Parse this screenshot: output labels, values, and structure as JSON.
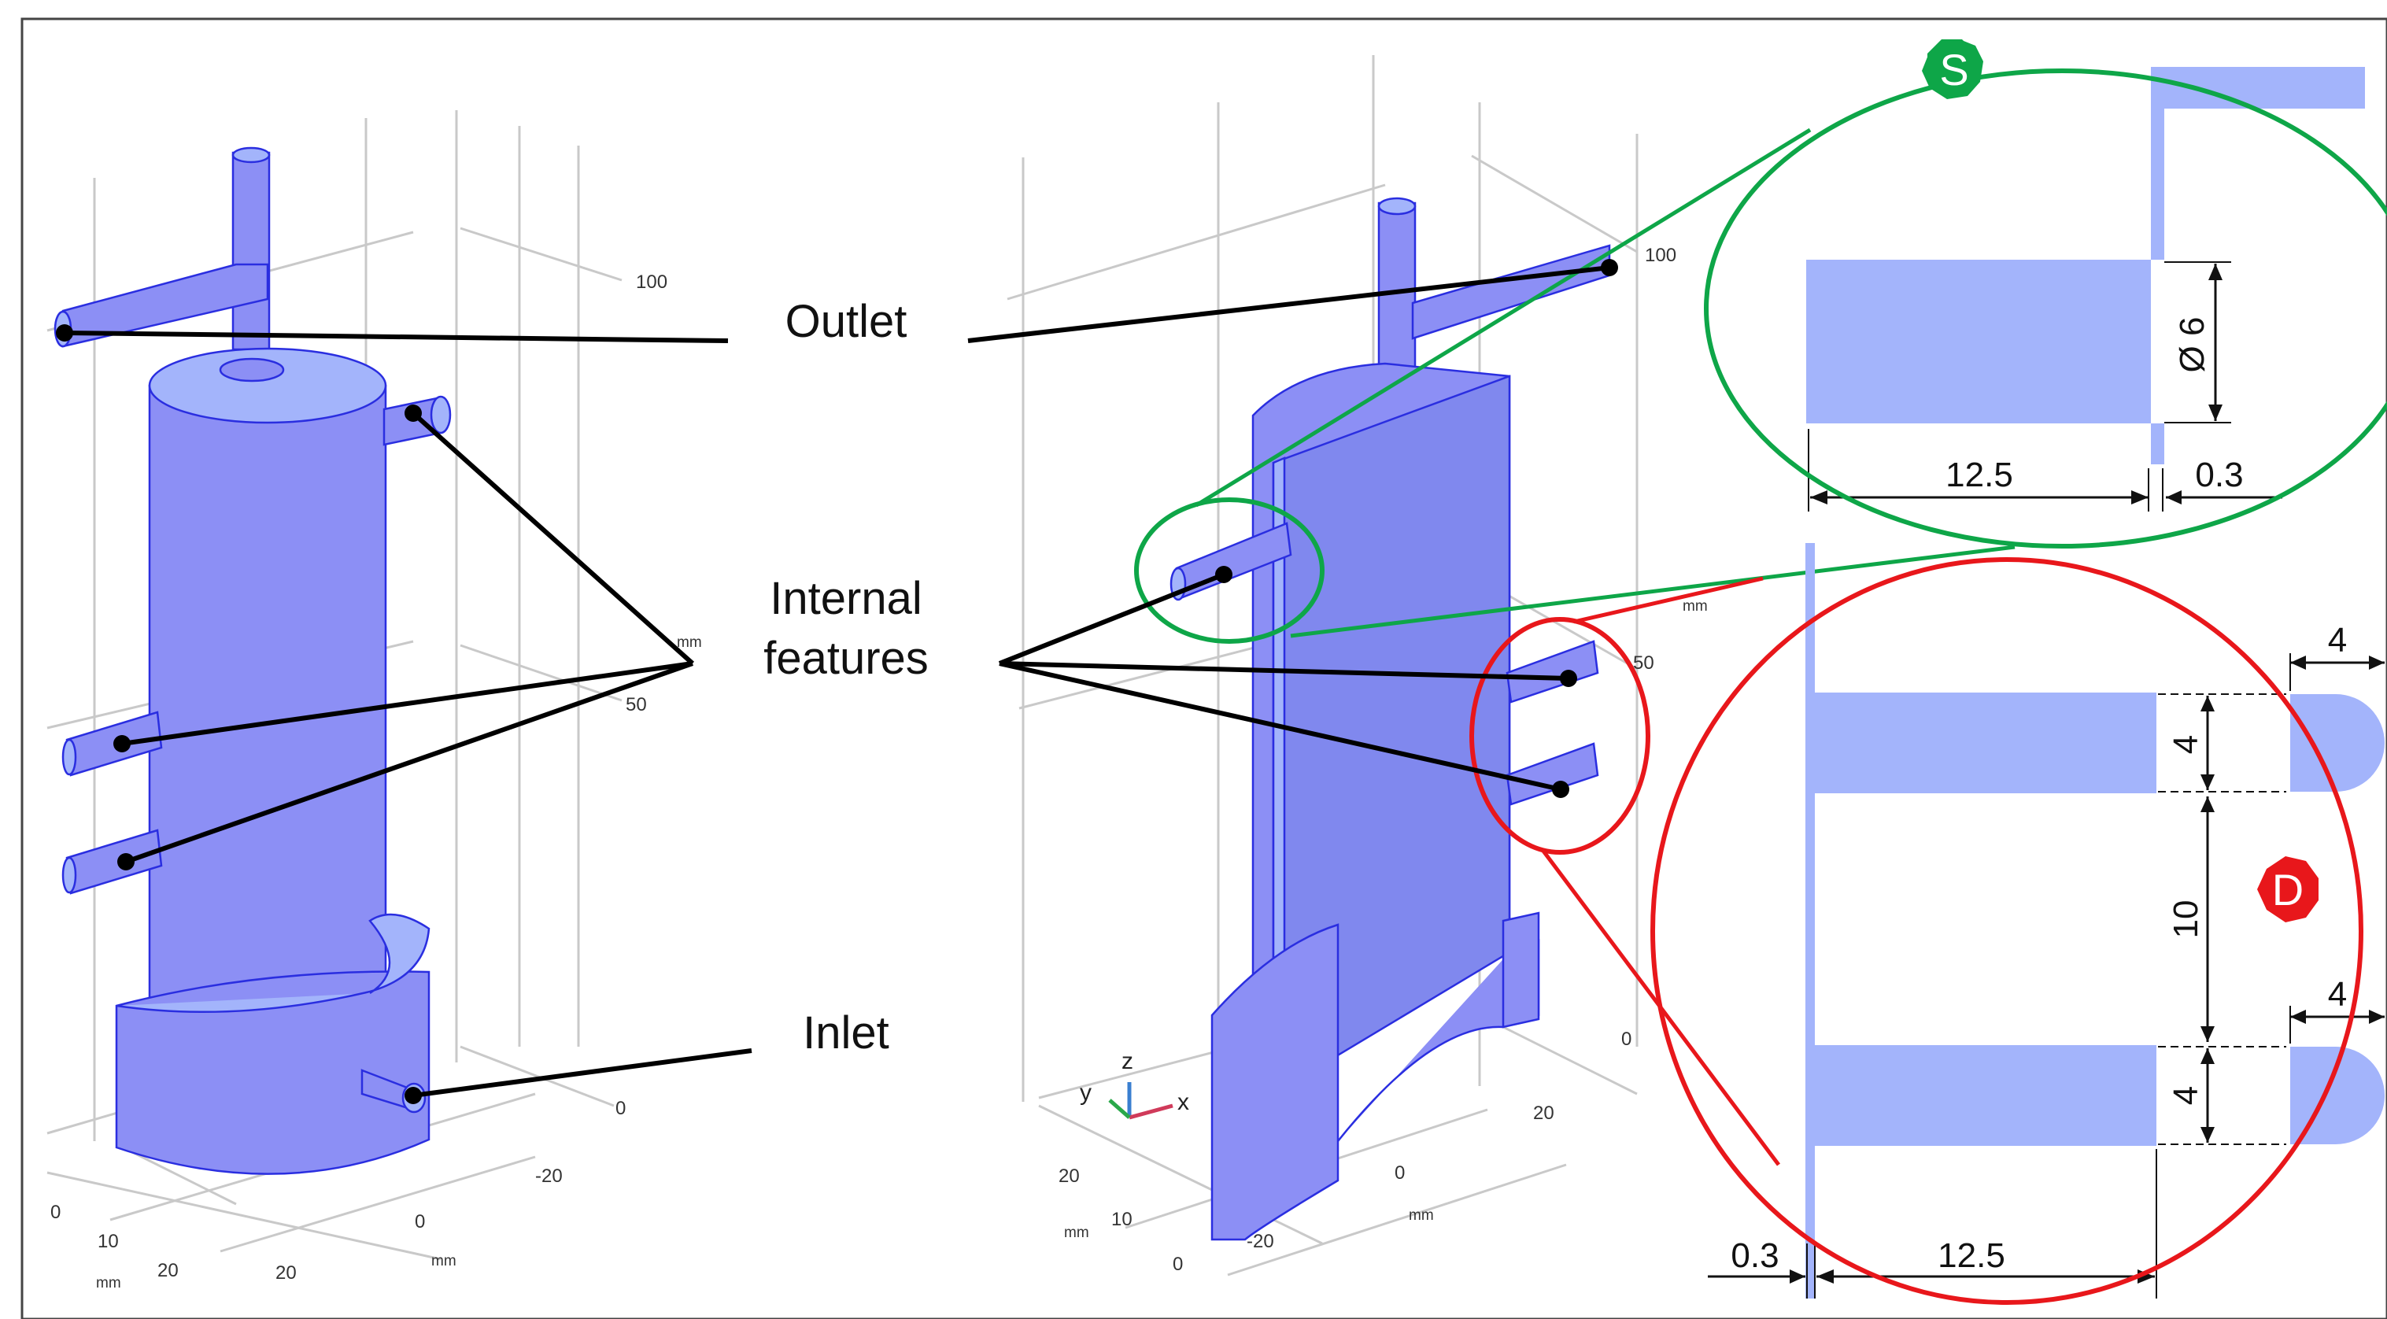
{
  "callouts": {
    "outlet": "Outlet",
    "internal_line1": "Internal",
    "internal_line2": "features",
    "inlet": "Inlet"
  },
  "badges": {
    "s": {
      "letter": "S",
      "color": "#0ea648"
    },
    "d": {
      "letter": "D",
      "color": "#e8171b"
    }
  },
  "left_view_axes": {
    "vertical": [
      "100",
      "50"
    ],
    "unit": "mm",
    "lateral": [
      "0",
      "-20"
    ],
    "x_ticks": [
      "0",
      "20"
    ],
    "y_ticks": [
      "0",
      "10",
      "20"
    ]
  },
  "right_view_axes": {
    "vertical": [
      "100",
      "50",
      "0"
    ],
    "unit": "mm",
    "lateral": [
      "20",
      "0",
      "-20"
    ],
    "y_ticks": [
      "20",
      "10",
      "0"
    ],
    "triad": {
      "y": "y",
      "z": "z",
      "x": "x"
    }
  },
  "detail_s": {
    "diameter": "Ø 6",
    "length": "12.5",
    "wall": "0.3"
  },
  "detail_d": {
    "width_top": "4",
    "gap": "10",
    "width_bottom": "4",
    "tip_top": "4",
    "tip_bottom": "4",
    "wall": "0.3",
    "length": "12.5"
  },
  "colors": {
    "body": "#8c8ff5",
    "body_light": "#a3b4fb",
    "edge": "#2a2ee0",
    "green": "#0ea648",
    "red": "#e8171b",
    "grid": "#c9c9c9"
  }
}
